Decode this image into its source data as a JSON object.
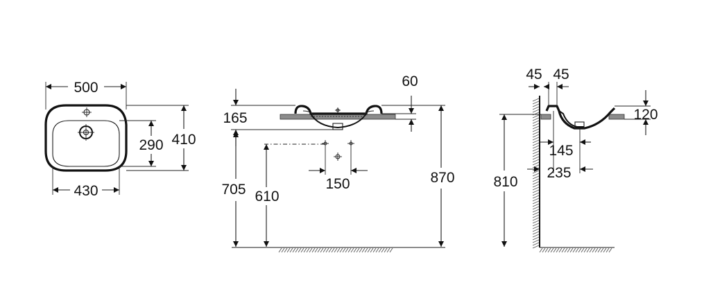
{
  "top_view": {
    "overall_width": "500",
    "basin_width": "430",
    "basin_depth": "290",
    "overall_depth": "410"
  },
  "front_view": {
    "overflow_offset": "60",
    "rim_height": "165",
    "trap_spacing": "150",
    "countertop_height": "705",
    "waste_height": "610",
    "overall_height": "870"
  },
  "side_view": {
    "wall_gap_a": "45",
    "wall_gap_b": "45",
    "basin_above_counter": "120",
    "waste_projection": "145",
    "outlet_projection": "235",
    "counter_height": "810"
  }
}
